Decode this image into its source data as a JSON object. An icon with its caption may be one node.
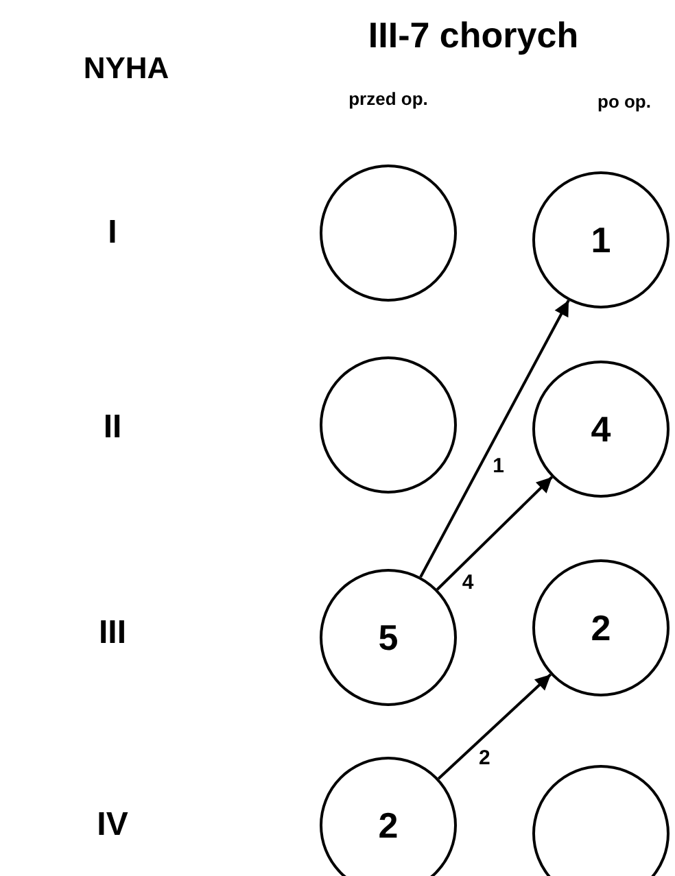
{
  "diagram": {
    "title": "III-7 chorych",
    "nodes": [
      {
        "text": [],
        "shape": "circle"
      },
      {
        "text": [
          "1"
        ]
      },
      {
        "text": [],
        "shape": "circle"
      },
      {
        "text": [
          "4"
        ]
      },
      {
        "text": [
          "5"
        ]
      },
      {
        "text": [
          "2"
        ]
      },
      {
        "text": [
          "2"
        ]
      },
      {
        "text": [],
        "shape": "circle"
      }
    ],
    "edges": [
      {
        "from": 4,
        "to": 1,
        "arrow": "to",
        "label": "1"
      },
      {
        "from": 4,
        "to": 3,
        "arrow": "to",
        "label": "4"
      },
      {
        "from": 6,
        "to": 5,
        "arrow": "to",
        "label": "2"
      }
    ],
    "labels": [
      "NYHA",
      "przed op.",
      "po op.",
      "I",
      "II",
      "III",
      "IV"
    ]
  }
}
